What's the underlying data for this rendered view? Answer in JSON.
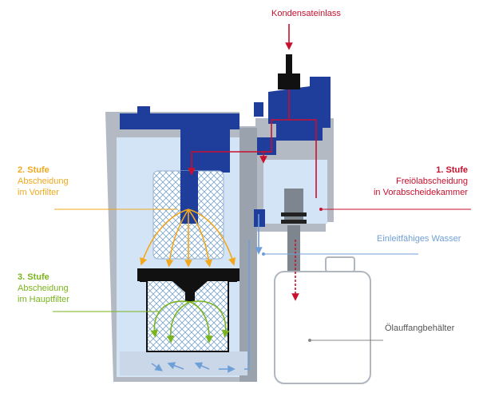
{
  "labels": {
    "inlet": "Kondensateinlass",
    "stage1_title": "1. Stufe",
    "stage1_line1": "Freiölabscheidung",
    "stage1_line2": "in Vorabscheidekammer",
    "stage2_title": "2. Stufe",
    "stage2_line1": "Abscheidung",
    "stage2_line2": "im Vorfilter",
    "stage3_title": "3. Stufe",
    "stage3_line1": "Abscheidung",
    "stage3_line2": "im Hauptfilter",
    "water": "Einleitfähiges Wasser",
    "container": "Ölauffangbehälter"
  },
  "colors": {
    "red": "#c8102e",
    "yellow": "#f2a81d",
    "green": "#7ab51d",
    "blue_light": "#6f9fd8",
    "blue_dark": "#1f3e9c",
    "housing": "#b3bac3",
    "chamber": "#d4e4f7"
  }
}
